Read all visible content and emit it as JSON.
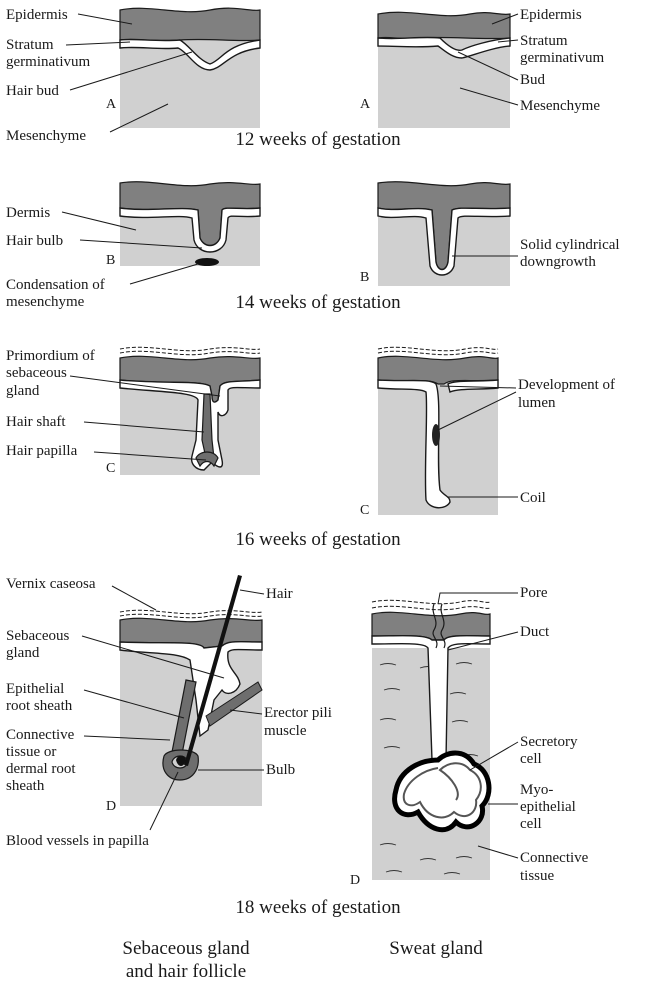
{
  "captions": {
    "wk12": "12 weeks of gestation",
    "wk14": "14 weeks of gestation",
    "wk16": "16 weeks of gestation",
    "wk18": "18 weeks of gestation"
  },
  "footer": {
    "left_line1": "Sebaceous gland",
    "left_line2": "and hair follicle",
    "right": "Sweat gland"
  },
  "letters": {
    "a": "A",
    "b": "B",
    "c": "C",
    "d": "D"
  },
  "labels": {
    "epidermis": "Epidermis",
    "stratum": "Stratum",
    "germinativum": "germinativum",
    "hair_bud": "Hair bud",
    "mesenchyme": "Mesenchyme",
    "bud": "Bud",
    "dermis": "Dermis",
    "hair_bulb": "Hair bulb",
    "condensation_1": "Condensation of",
    "condensation_2": "mesenchyme",
    "solid_1": "Solid cylindrical",
    "solid_2": "downgrowth",
    "primordium_1": "Primordium of",
    "primordium_2": "sebaceous",
    "primordium_3": "gland",
    "hair_shaft": "Hair shaft",
    "hair_papilla": "Hair papilla",
    "lumen_1": "Development of",
    "lumen_2": "lumen",
    "coil": "Coil",
    "vernix": "Vernix caseosa",
    "hair": "Hair",
    "sebaceous_1": "Sebaceous",
    "sebaceous_2": "gland",
    "epithelial_1": "Epithelial",
    "epithelial_2": "root sheath",
    "erector_1": "Erector pili",
    "erector_2": "muscle",
    "connective_1": "Connective",
    "connective_2": "tissue or",
    "connective_3": "dermal root",
    "connective_4": "sheath",
    "bulb": "Bulb",
    "blood": "Blood vessels in papilla",
    "pore": "Pore",
    "duct": "Duct",
    "secretory_1": "Secretory",
    "secretory_2": "cell",
    "myo_1": "Myo-",
    "myo_2": "epithelial",
    "myo_3": "cell",
    "connective_tissue_1": "Connective",
    "connective_tissue_2": "tissue"
  }
}
